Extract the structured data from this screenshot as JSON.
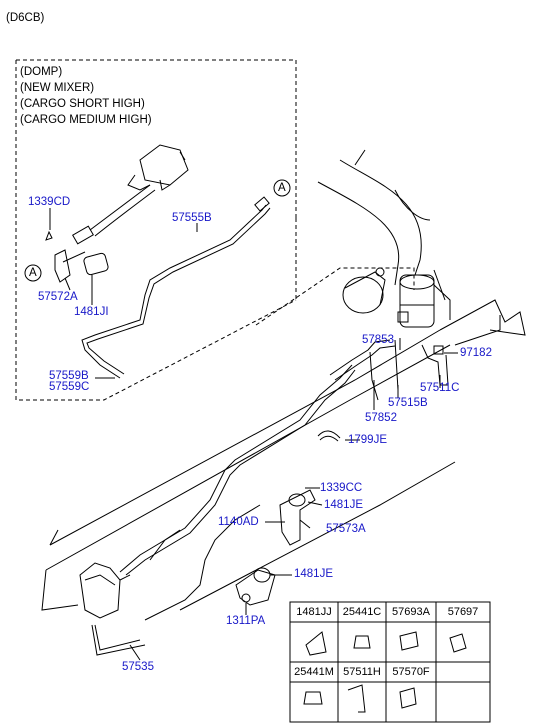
{
  "header": {
    "code": "(D6CB)"
  },
  "variant_box": {
    "lines": [
      "(DOMP)",
      "(NEW MIXER)",
      "(CARGO SHORT HIGH)",
      "(CARGO MEDIUM HIGH)"
    ]
  },
  "labels": {
    "p1339CD": "1339CD",
    "p57572A": "57572A",
    "p1481JI": "1481JI",
    "p57555B": "57555B",
    "p57559B": "57559B",
    "p57559C": "57559C",
    "refA": "A",
    "p57853": "57853",
    "p97182": "97182",
    "p57511C": "57511C",
    "p57515B": "57515B",
    "p57852": "57852",
    "p1799JE": "1799JE",
    "p1339CC": "1339CC",
    "p1481JE_1": "1481JE",
    "p1140AD": "1140AD",
    "p57573A": "57573A",
    "p1481JE_2": "1481JE",
    "p1311PA": "1311PA",
    "p57535": "57535"
  },
  "parts_table": {
    "row1": [
      "1481JJ",
      "25441C",
      "57693A",
      "57697"
    ],
    "row2": [
      "25441M",
      "57511H",
      "57570F"
    ]
  }
}
